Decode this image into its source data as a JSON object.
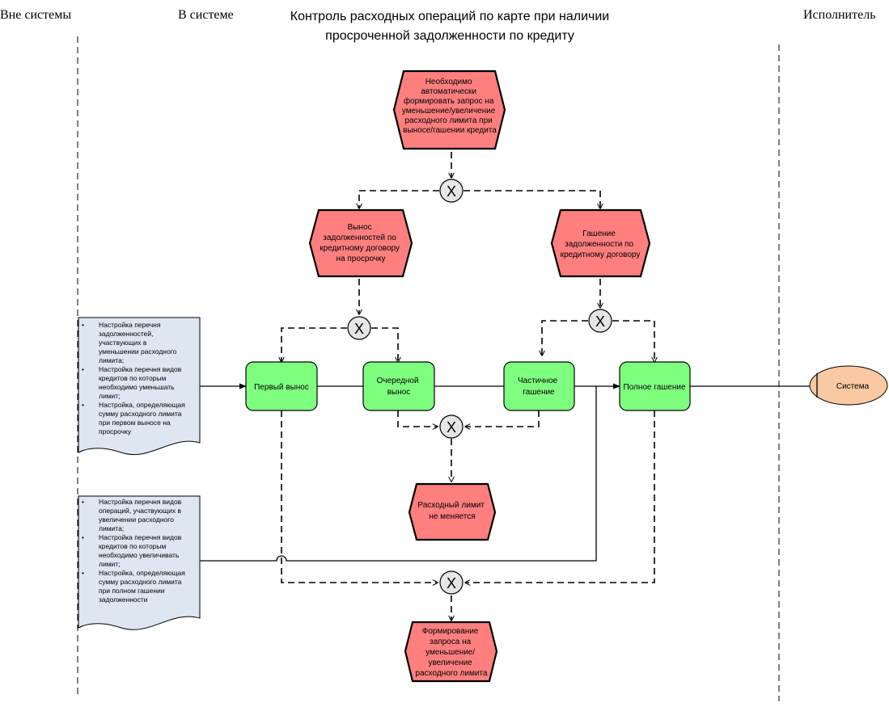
{
  "lanes": {
    "outside": "Вне системы",
    "inside": "В системе",
    "executor": "Исполнитель"
  },
  "title": {
    "line1": "Контроль расходных операций по карте при наличии",
    "line2": "просроченной задолженности по кредиту"
  },
  "events": {
    "start": [
      "Необходимо",
      "автоматически",
      "формировать запрос на",
      "уменьшение/увеличение",
      "расходного лимита при",
      "выносе/гашении кредита"
    ],
    "overdue": [
      "Вынос",
      "задолженностей по",
      "кредитному договору",
      "на просрочку"
    ],
    "repay": [
      "Гашение",
      "задолженности по",
      "кредитному договору"
    ],
    "unchanged": [
      "Расходный лимит",
      "не меняется"
    ],
    "request": [
      "Формирование",
      "запроса на",
      "уменьшение/",
      "увеличение",
      "расходного лимита"
    ]
  },
  "functions": {
    "first": [
      "Первый вынос"
    ],
    "next": [
      "Очередной",
      "вынос"
    ],
    "partial": [
      "Частичное",
      "гашение"
    ],
    "full": [
      "Полное гашение"
    ]
  },
  "gateway_symbol": "X",
  "documents": {
    "decrease": [
      {
        "bullet": "•",
        "lines": [
          "Настройка перечня",
          "задолженностей,",
          "участвующих в",
          "уменьшении расходного",
          "лимита;"
        ]
      },
      {
        "bullet": "•",
        "lines": [
          "Настройка перечня видов",
          "кредитов по которым",
          "необходимо уменьшать",
          "лимит;"
        ]
      },
      {
        "bullet": "•",
        "lines": [
          "Настройка, определяющая",
          "сумму расходного лимита",
          "при первом выносе на",
          "просрочку"
        ]
      }
    ],
    "increase": [
      {
        "bullet": "•",
        "lines": [
          "Настройка перечня видов",
          "операций, участвующих в",
          "увеличении расходного",
          "лимита;"
        ]
      },
      {
        "bullet": "•",
        "lines": [
          "Настройка перечня видов",
          "кредитов по которым",
          "необходимо увеличивать",
          "лимит;"
        ]
      },
      {
        "bullet": "•",
        "lines": [
          "Настройка, определяющая",
          "сумму расходного лимита",
          "при полном гашении",
          "задолженности"
        ]
      }
    ]
  },
  "system": "Система",
  "colors": {
    "event": "#ff7f7f",
    "function": "#7fff7f",
    "document": "#dee6f2",
    "gateway": "#e6e6e6",
    "system": "#f8c9a2"
  }
}
